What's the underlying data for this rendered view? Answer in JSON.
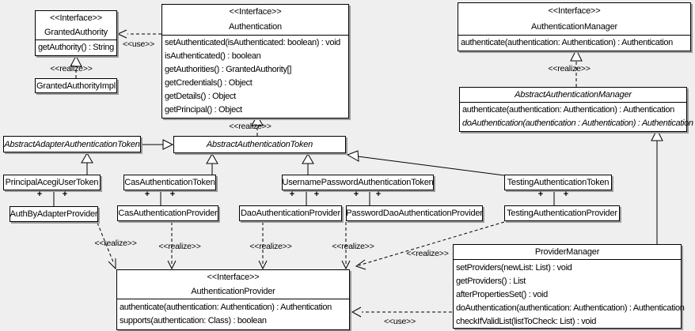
{
  "stereotypes": {
    "interface": "<<Interface>>",
    "realize": "<<realize>>",
    "use": "<<use>>"
  },
  "marks": {
    "plus": "+"
  },
  "colors": {
    "background": "#efefef",
    "box_fill": "#ffffff",
    "line": "#000000",
    "shadow": "#9c9c9c"
  },
  "classes": {
    "granted_authority": {
      "stereotype": "<<Interface>>",
      "name": "GrantedAuthority",
      "methods": [
        "getAuthority() : String"
      ]
    },
    "granted_authority_impl": {
      "name": "GrantedAuthorityImpl"
    },
    "authentication": {
      "stereotype": "<<Interface>>",
      "name": "Authentication",
      "methods": [
        "setAuthenticated(isAuthenticated: boolean) : void",
        "isAuthenticated() : boolean",
        "getAuthorities() : GrantedAuthority[]",
        "getCredentials() : Object",
        "getDetails() : Object",
        "getPrincipal() : Object"
      ]
    },
    "authentication_manager": {
      "stereotype": "<<Interface>>",
      "name": "AuthenticationManager",
      "methods": [
        "authenticate(authentication: Authentication) : Authentication"
      ]
    },
    "abstract_authentication_manager": {
      "name": "AbstractAuthenticationManager",
      "abstract": true,
      "methods": [
        "authenticate(authentication: Authentication) : Authentication",
        "doAuthentication(authentication : Authentication) : Authentication"
      ]
    },
    "abstract_adapter_authentication_token": {
      "name": "AbstractAdapterAuthenticationToken",
      "abstract": true
    },
    "abstract_authentication_token": {
      "name": "AbstractAuthenticationToken",
      "abstract": true
    },
    "principal_acegi_user_token": {
      "name": "PrincipalAcegiUserToken"
    },
    "cas_authentication_token": {
      "name": "CasAuthenticationToken"
    },
    "username_password_authentication_token": {
      "name": "UsernamePasswordAuthenticationToken"
    },
    "testing_authentication_token": {
      "name": "TestingAuthenticationToken"
    },
    "auth_by_adapter_provider": {
      "name": "AuthByAdapterProvider"
    },
    "cas_authentication_provider": {
      "name": "CasAuthenticationProvider"
    },
    "dao_authentication_provider": {
      "name": "DaoAuthenticationProvider"
    },
    "password_dao_authentication_provider": {
      "name": "PasswordDaoAuthenticationProvider"
    },
    "testing_authentication_provider": {
      "name": "TestingAuthenticationProvider"
    },
    "authentication_provider": {
      "stereotype": "<<Interface>>",
      "name": "AuthenticationProvider",
      "methods": [
        "authenticate(authentication: Authentication) : Authentication",
        "supports(authentication: Class) : boolean"
      ]
    },
    "provider_manager": {
      "name": "ProviderManager",
      "methods": [
        "setProviders(newList: List) : void",
        "getProviders() : List",
        "afterPropertiesSet() : void",
        "doAuthentication(authentication: Authentication) : Authentication",
        "checkIfValidList(listToCheck: List) : void"
      ]
    }
  },
  "relationships": [
    {
      "type": "use",
      "from": "Authentication",
      "to": "GrantedAuthority",
      "label": "<<use>>"
    },
    {
      "type": "realize",
      "from": "GrantedAuthorityImpl",
      "to": "GrantedAuthority",
      "label": "<<realize>>"
    },
    {
      "type": "realize",
      "from": "AbstractAuthenticationToken",
      "to": "Authentication",
      "label": "<<realize>>"
    },
    {
      "type": "realize",
      "from": "AbstractAuthenticationManager",
      "to": "AuthenticationManager",
      "label": "<<realize>>"
    },
    {
      "type": "generalization",
      "from": "AbstractAdapterAuthenticationToken",
      "to": "AbstractAuthenticationToken"
    },
    {
      "type": "generalization",
      "from": "PrincipalAcegiUserToken",
      "to": "AbstractAdapterAuthenticationToken"
    },
    {
      "type": "generalization",
      "from": "CasAuthenticationToken",
      "to": "AbstractAuthenticationToken"
    },
    {
      "type": "generalization",
      "from": "UsernamePasswordAuthenticationToken",
      "to": "AbstractAuthenticationToken"
    },
    {
      "type": "generalization",
      "from": "TestingAuthenticationToken",
      "to": "AbstractAuthenticationToken"
    },
    {
      "type": "generalization",
      "from": "ProviderManager",
      "to": "AbstractAuthenticationManager"
    },
    {
      "type": "association",
      "from": "PrincipalAcegiUserToken",
      "to": "AuthByAdapterProvider",
      "end_marks": [
        "+",
        "+"
      ]
    },
    {
      "type": "association",
      "from": "CasAuthenticationToken",
      "to": "CasAuthenticationProvider",
      "end_marks": [
        "+",
        "+"
      ]
    },
    {
      "type": "association",
      "from": "UsernamePasswordAuthenticationToken",
      "to": "DaoAuthenticationProvider",
      "end_marks": [
        "+",
        "+"
      ]
    },
    {
      "type": "association",
      "from": "UsernamePasswordAuthenticationToken",
      "to": "PasswordDaoAuthenticationProvider",
      "end_marks": [
        "+",
        "+"
      ]
    },
    {
      "type": "association",
      "from": "TestingAuthenticationToken",
      "to": "TestingAuthenticationProvider",
      "end_marks": [
        "+",
        "+"
      ]
    },
    {
      "type": "realize",
      "from": "AuthByAdapterProvider",
      "to": "AuthenticationProvider",
      "label": "<<realize>>"
    },
    {
      "type": "realize",
      "from": "CasAuthenticationProvider",
      "to": "AuthenticationProvider",
      "label": "<<realize>>"
    },
    {
      "type": "realize",
      "from": "DaoAuthenticationProvider",
      "to": "AuthenticationProvider",
      "label": "<<realize>>"
    },
    {
      "type": "realize",
      "from": "PasswordDaoAuthenticationProvider",
      "to": "AuthenticationProvider",
      "label": "<<realize>>"
    },
    {
      "type": "realize",
      "from": "TestingAuthenticationProvider",
      "to": "AuthenticationProvider",
      "label": "<<realize>>"
    },
    {
      "type": "use",
      "from": "ProviderManager",
      "to": "AuthenticationProvider",
      "label": "<<use>>"
    }
  ]
}
